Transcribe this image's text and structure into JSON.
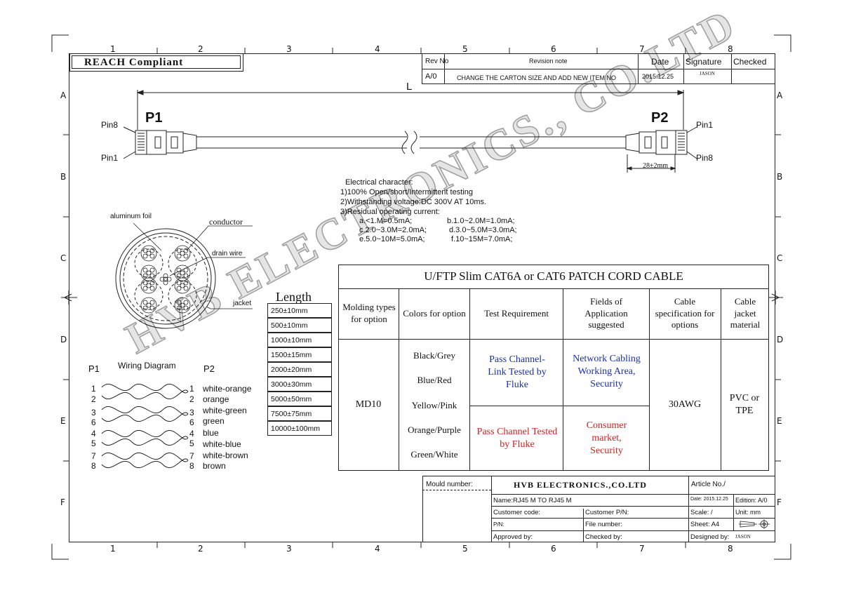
{
  "border": {
    "cols": [
      "1",
      "2",
      "3",
      "4",
      "5",
      "6",
      "7",
      "8"
    ],
    "rows": [
      "A",
      "B",
      "C",
      "D",
      "E",
      "F"
    ]
  },
  "reach": "REACH Compliant",
  "revision": {
    "rev_no_label": "Rev No",
    "note_label": "Revision note",
    "date_label": "Date",
    "signature_label": "Signature",
    "checked_label": "Checked",
    "rev": "A/0",
    "note": "CHANGE THE CARTON SIZE AND ADD NEW ITEM NO",
    "date": "2015.12.25",
    "signature": "JASON"
  },
  "cable": {
    "length_label": "L",
    "p1": "P1",
    "p2": "P2",
    "pin8_left": "Pin8",
    "pin1_left": "Pin1",
    "pin1_right": "Pin1",
    "pin8_right": "Pin8",
    "dim": "28±2mm"
  },
  "electrical": {
    "title": "Electrical character:",
    "l1": "1)100% Open/short/Intermittent testing",
    "l2": "2)Withstanding voltage:DC 300V AT 10ms.",
    "l3": "3)Residual operating current:",
    "a": "a.<1.M=0.5mA;",
    "b": "b.1.0~2.0M=1.0mA;",
    "c": "c.2.0~3.0M=2.0mA;",
    "d": "d.3.0~5.0M=3.0mA;",
    "e": "e.5.0~10M=5.0mA;",
    "f": "f.10~15M=7.0mA;"
  },
  "cross_section": {
    "aluminum_foil": "aluminum foil",
    "conductor": "conductor",
    "drain_wire": "drain wire",
    "jacket": "jacket"
  },
  "length": {
    "title": "Length",
    "rows": [
      "250±10mm",
      "500±10mm",
      "1000±10mm",
      "1500±15mm",
      "2000±20mm",
      "3000±30mm",
      "5000±50mm",
      "7500±75mm",
      "10000±100mm"
    ]
  },
  "wiring": {
    "title": "Wiring Diagram",
    "p1": "P1",
    "p2": "P2",
    "left": [
      "1",
      "2",
      "3",
      "6",
      "4",
      "5",
      "7",
      "8"
    ],
    "right": [
      "1",
      "2",
      "3",
      "6",
      "4",
      "5",
      "7",
      "8"
    ],
    "colors": [
      "white-orange",
      "orange",
      "white-green",
      "green",
      "blue",
      "white-blue",
      "white-brown",
      "brown"
    ]
  },
  "spec": {
    "title": "U/FTP Slim CAT6A or CAT6 PATCH CORD CABLE",
    "h1": "Molding types for option",
    "h2": "Colors for option",
    "h3": "Test Requirement",
    "h4": "Fields of Application suggested",
    "h5": "Cable specification for options",
    "h6": "Cable jacket material",
    "molding": "MD10",
    "colors": [
      "Black/Grey",
      "Blue/Red",
      "Yellow/Pink",
      "Orange/Purple",
      "Green/White"
    ],
    "test1": "Pass Channel-Link Tested by Fluke",
    "test2": "Pass Channel Tested by Fluke",
    "field1": "Network Cabling Working Area, Security",
    "field2": "Consumer market, Security",
    "cable_spec": "30AWG",
    "jacket": "PVC or TPE",
    "blue": "#1a2fa8",
    "red": "#d42020"
  },
  "watermark": "HVB ELECTRONICS., CO.LTD",
  "titleblock": {
    "mould": "Mould number:",
    "company": "HVB ELECTRONICS.,CO.LTD",
    "article": "Article No./",
    "name": "Name:RJ45 M TO RJ45 M",
    "date": "Date: 2015.12.25",
    "edition": "Edition: A/0",
    "customer_code": "Customer code:",
    "customer_pn": "Customer P/N:",
    "scale": "Scale:   /",
    "unit": "Unit:   mm",
    "pn": "P/N:",
    "file": "File number:",
    "sheet": "Sheet:  A4",
    "approved": "Approved by:",
    "checked": "Checked by:",
    "designed": "Designed by:",
    "designer": "JASON"
  }
}
